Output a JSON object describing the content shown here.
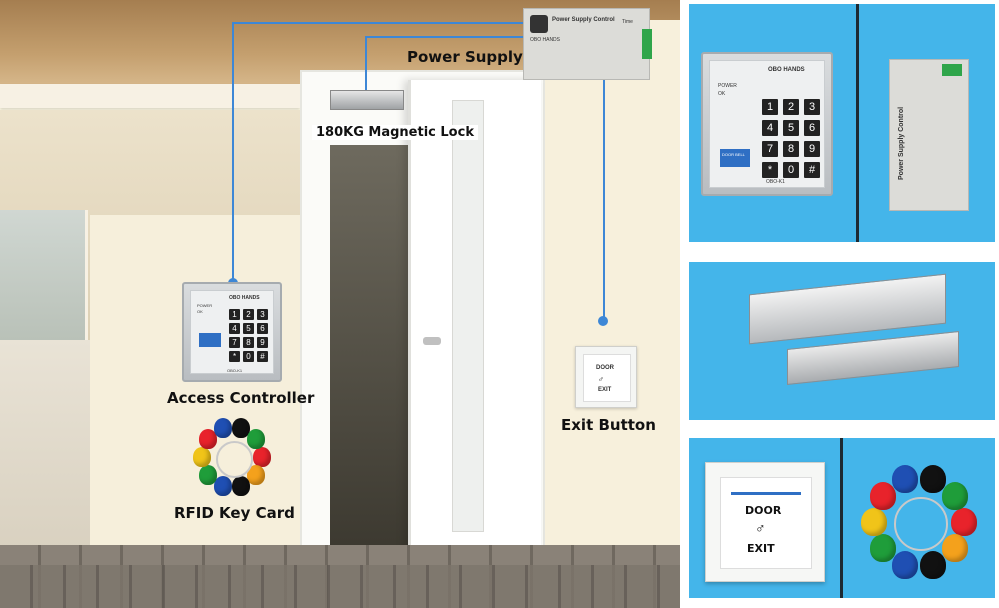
{
  "labels": {
    "power_supply": "Power Supply",
    "magnetic_lock": "180KG Magnetic Lock",
    "access_controller": "Access Controller",
    "exit_button": "Exit Button",
    "rfid_key_card": "RFID Key Card"
  },
  "device_text": {
    "keypad_brand": "OBO HANDS",
    "keypad_model": "OBO-K1",
    "keypad_power": "POWER",
    "keypad_ok": "OK",
    "keypad_doorbell": "DOOR BELL",
    "psu_title": "Power Supply Control",
    "psu_brand": "OBO HANDS",
    "psu_time": "Time",
    "exit_door": "DOOR",
    "exit_exit": "EXIT"
  },
  "keypad_keys": [
    "1",
    "2",
    "3",
    "4",
    "5",
    "6",
    "7",
    "8",
    "9",
    "*",
    "0",
    "#"
  ],
  "colors": {
    "wire": "#3d87d6",
    "panel_bg": "#44b5ea",
    "fob_colors": [
      "#e8232b",
      "#f4a11c",
      "#111111",
      "#1f4fb3",
      "#1f9d3a",
      "#f0c419",
      "#e8232b",
      "#1f4fb3",
      "#111111",
      "#1f9d3a"
    ]
  }
}
